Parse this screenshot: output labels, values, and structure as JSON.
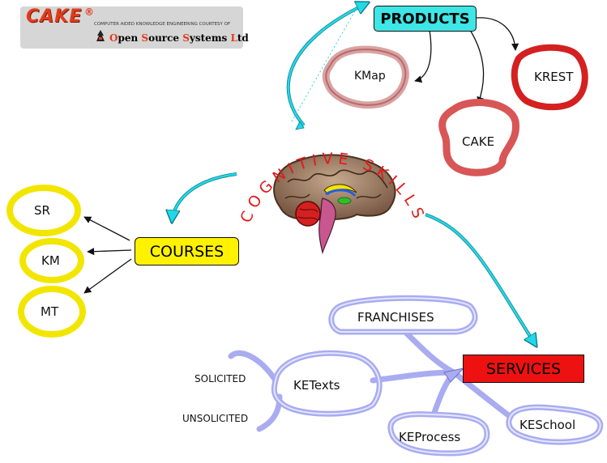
{
  "logo": {
    "brand": "CAKE",
    "registered": "®",
    "tagline": "COMPUTER AIDED KNOWLEDGE ENGINEERING COURTESY OF",
    "company": "Open Source Systems Ltd",
    "company_caps": [
      "O",
      "S",
      "S"
    ]
  },
  "center": {
    "title": "COGNITIVE SKILLS",
    "title_color": "#e21a1a",
    "icon": "brain-icon"
  },
  "products": {
    "label": "PRODUCTS",
    "color": "#3ee6e6",
    "items": [
      "KMap",
      "CAKE",
      "KREST"
    ]
  },
  "courses": {
    "label": "COURSES",
    "color": "#fff200",
    "items": [
      "SR",
      "KM",
      "MT"
    ]
  },
  "services": {
    "label": "SERVICES",
    "color": "#ee1111",
    "items": [
      "FRANCHISES",
      "KETexts",
      "KEProcess",
      "KESchool"
    ],
    "ketexts_subitems": [
      "SOLICITED",
      "UNSOLICITED"
    ]
  },
  "colors": {
    "connector_cyan": "#22d8e8",
    "ring_red": "#d42020",
    "ring_yellow": "#f2e600",
    "ring_lavender": "#a9acf0"
  }
}
